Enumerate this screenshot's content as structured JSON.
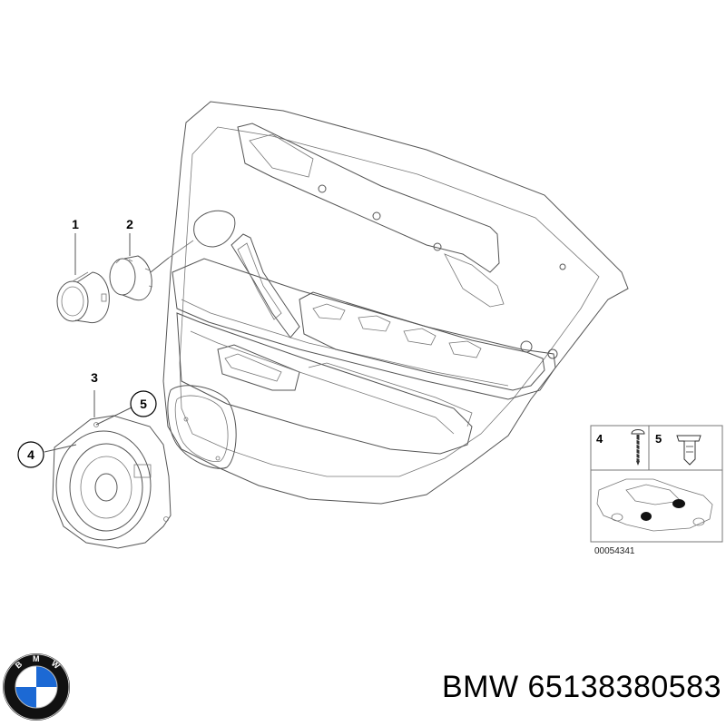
{
  "callouts": {
    "c1": "1",
    "c2": "2",
    "c3": "3",
    "c4": "4",
    "c5": "5"
  },
  "legend": {
    "item_4": "4",
    "item_5": "5",
    "reference_code": "00054341"
  },
  "logo": {
    "icon": "bmw-roundel-icon",
    "letters": "BMW",
    "colors": {
      "blue": "#1c69d4",
      "black": "#111111",
      "white": "#ffffff"
    }
  },
  "part": {
    "brand": "BMW",
    "number": "65138380583"
  }
}
